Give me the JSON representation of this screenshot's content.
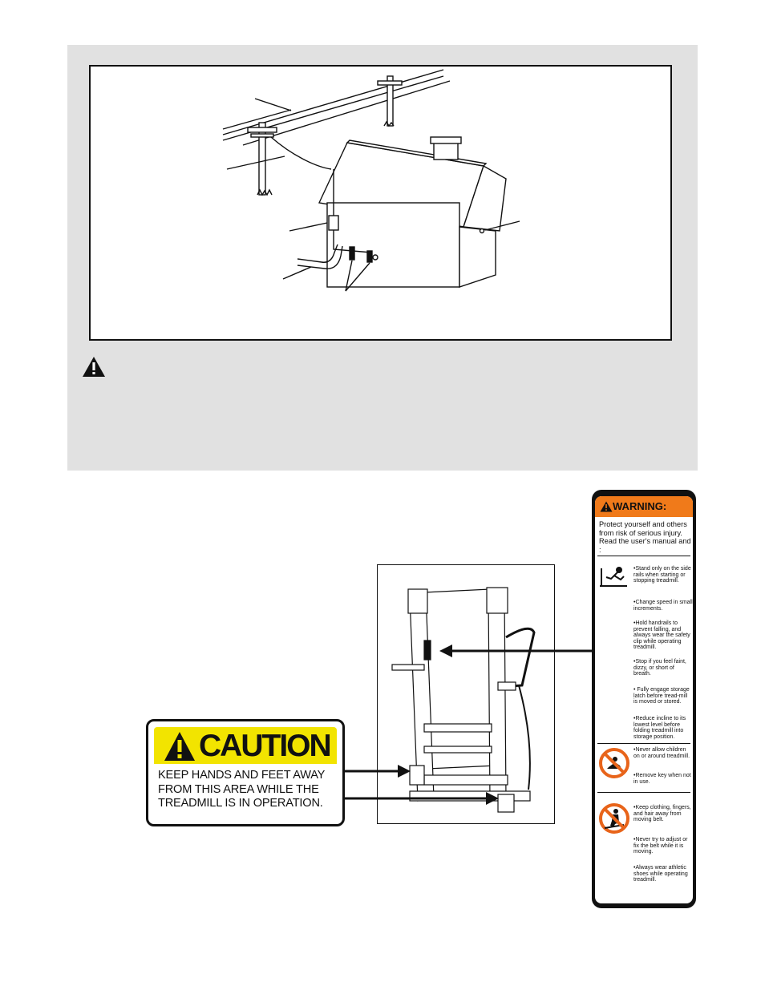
{
  "caution_label": {
    "title": "CAUTION",
    "text": "KEEP HANDS AND FEET AWAY FROM THIS AREA WHILE THE TREADMILL IS IN OPERATION."
  },
  "warning_label": {
    "title": "WARNING:",
    "intro": "Protect yourself and others from risk of serious injury.  Read the user's manual and :",
    "items": [
      "•Stand only on the side rails when starting or stopping treadmill.",
      "•Change speed in small increments.",
      "•Hold handrails to prevent falling, and always wear the safety clip while operating treadmill.",
      "•Stop if you feel faint, dizzy, or short of breath.",
      "• Fully engage storage latch before tread-mill is moved or stored.",
      "•Reduce incline to its lowest level before folding treadmill into storage position.",
      "•Never allow children on or around treadmill.",
      "•Remove key when not in use.",
      "•Keep clothing, fingers, and hair away from moving belt.",
      "•Never try to adjust or fix the belt while it is moving.",
      "•Always wear athletic shoes while operating treadmill."
    ]
  },
  "colors": {
    "caution_yellow": "#f2e400",
    "warning_orange": "#f07a1a",
    "prohibit_orange": "#e8641a",
    "panel_gray": "#e1e1e1"
  }
}
